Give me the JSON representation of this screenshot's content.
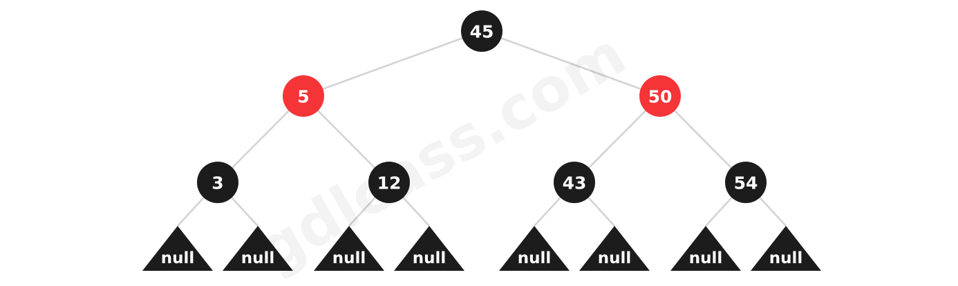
{
  "colors": {
    "black_node": "#1c1c1c",
    "red_node": "#f43436",
    "edge": "#d3d3d3",
    "label": "#ffffff"
  },
  "watermark": "gdlcass.com",
  "tree": {
    "root": {
      "value": "45",
      "color": "black",
      "left": {
        "value": "5",
        "color": "red",
        "left": {
          "value": "3",
          "color": "black",
          "left": {
            "null": "null"
          },
          "right": {
            "null": "null"
          }
        },
        "right": {
          "value": "12",
          "color": "black",
          "left": {
            "null": "null"
          },
          "right": {
            "null": "null"
          }
        }
      },
      "right": {
        "value": "50",
        "color": "red",
        "left": {
          "value": "43",
          "color": "black",
          "left": {
            "null": "null"
          },
          "right": {
            "null": "null"
          }
        },
        "right": {
          "value": "54",
          "color": "black",
          "left": {
            "null": "null"
          },
          "right": {
            "null": "null"
          }
        }
      }
    }
  }
}
